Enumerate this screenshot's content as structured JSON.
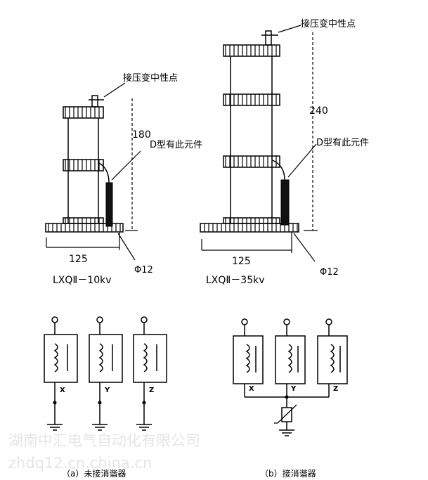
{
  "top_left": {
    "neutral_label": "接压变中性点",
    "element_label": "D型有此元件",
    "height_dim": "180",
    "width_dim": "125",
    "phi_dim": "Φ12",
    "model": "LXQⅡ－10kv"
  },
  "top_right": {
    "neutral_label": "接压变中性点",
    "element_label": "D型有此元件",
    "height_dim": "240",
    "width_dim": "125",
    "phi_dim": "Φ12",
    "model": "LXQⅡ－35kv"
  },
  "bottom_left": {
    "phases": [
      "X",
      "Y",
      "Z"
    ],
    "caption": "（a）未接消谐器"
  },
  "bottom_right": {
    "phases": [
      "X",
      "Y",
      "Z"
    ],
    "caption": "（b）接消谐器"
  },
  "watermark": {
    "line1": "湖南中汇电气自动化有限公司",
    "line2": "zhdq12.cn.china.cn"
  }
}
